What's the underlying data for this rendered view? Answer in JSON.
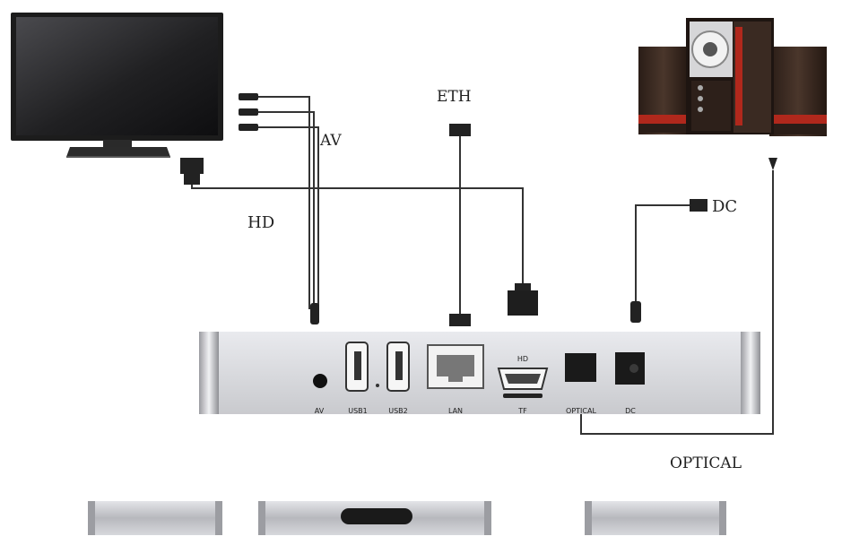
{
  "labels": {
    "av": "AV",
    "hd": "HD",
    "eth": "ETH",
    "dc": "DC",
    "optical": "OPTICAL"
  },
  "ports": {
    "av": "AV",
    "usb1": "USB1",
    "usb2": "USB2",
    "lan": "LAN",
    "hdmi_top": "HD",
    "tf": "TF",
    "optical": "OPTICAL",
    "dc": "DC"
  },
  "colors": {
    "tv_bezel": "#1c1c1c",
    "box_body": "#d5d6da",
    "speaker_wood": "#3a2a22",
    "speaker_accent": "#b0281c",
    "cable": "#333333"
  },
  "icons": [
    "tv-icon",
    "speaker-icon",
    "set-top-box-icon"
  ]
}
